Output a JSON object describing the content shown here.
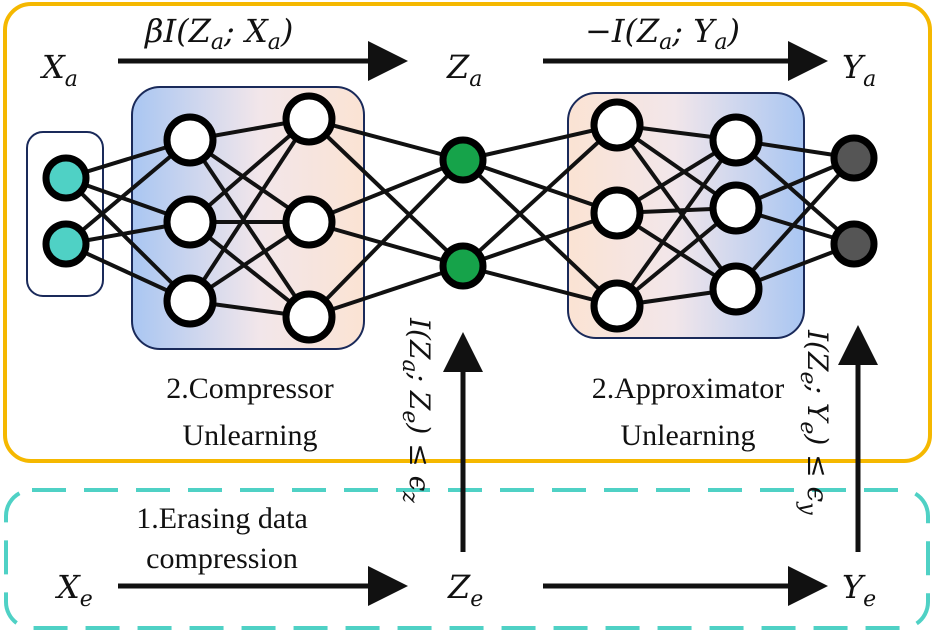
{
  "colors": {
    "outer_box": "#F5B800",
    "lower_box": "#4FD1C5",
    "input_node": "#4FD1C5",
    "latent_node": "#16A34A",
    "output_node": "#555555",
    "hidden_node": "#ffffff",
    "arrow": "#111111",
    "panel_blue": "#AFC9F2",
    "panel_peach": "#FBE4D6"
  },
  "top_row": {
    "x_var": "X",
    "x_sub": "a",
    "z_var": "Z",
    "z_sub": "a",
    "y_var": "Y",
    "y_sub": "a",
    "left_arrow_label": "βI(Z",
    "left_arrow_sub1": "a",
    "left_arrow_mid": "; X",
    "left_arrow_sub2": "a",
    "left_arrow_end": ")",
    "right_arrow_label": "−I(Z",
    "right_arrow_sub1": "a",
    "right_arrow_mid": "; Y",
    "right_arrow_sub2": "a",
    "right_arrow_end": ")"
  },
  "bottom_row": {
    "x_var": "X",
    "x_sub": "e",
    "z_var": "Z",
    "z_sub": "e",
    "y_var": "Y",
    "y_sub": "e",
    "erasing_line1": "1.Erasing data",
    "erasing_line2": "compression"
  },
  "compressor": {
    "line1": "2.Compressor",
    "line2": "Unlearning"
  },
  "approximator": {
    "line1": "2.Approximator",
    "line2": "Unlearning"
  },
  "constraints": {
    "z": "I(Z",
    "z_sub1": "a",
    "z_mid": "; Z",
    "z_sub2": "e",
    "z_end": ") ≤ ϵ",
    "z_sub3": "z",
    "y": "I(Z",
    "y_sub1": "e",
    "y_mid": "; Y",
    "y_sub2": "e",
    "y_end": ") ≤ ϵ",
    "y_sub3": "y"
  }
}
